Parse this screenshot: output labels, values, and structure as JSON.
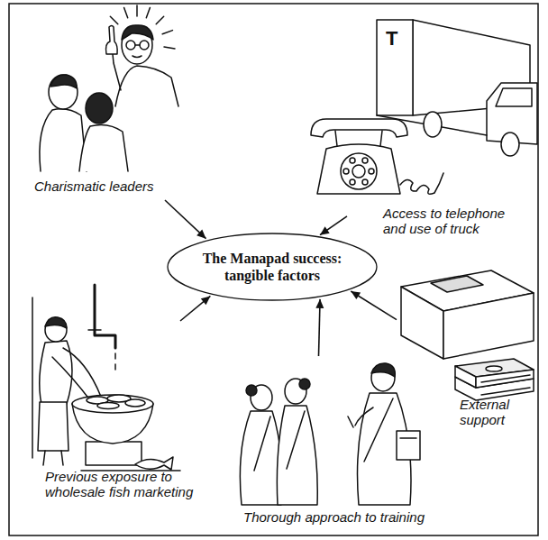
{
  "diagram": {
    "nodes": [
      {
        "text": [
          "Charismatic leaders"
        ]
      },
      {
        "text": [
          "Access to telephone and use of truck"
        ]
      },
      {
        "text": [
          "The Manapad success: tangible factors"
        ]
      },
      {
        "text": [
          "External support"
        ]
      },
      {
        "text": [
          "Previous exposure to wholesale fish marketing"
        ]
      },
      {
        "text": [
          "Thorough approach to training"
        ]
      }
    ],
    "edges": [
      {
        "from": 0,
        "to": 2,
        "arrow": "to"
      },
      {
        "from": 1,
        "to": 2,
        "arrow": "to"
      },
      {
        "from": 3,
        "to": 2,
        "arrow": "to"
      },
      {
        "from": 4,
        "to": 2,
        "arrow": "to"
      },
      {
        "from": 5,
        "to": 2,
        "arrow": "to"
      }
    ],
    "labels": [
      "T"
    ]
  }
}
